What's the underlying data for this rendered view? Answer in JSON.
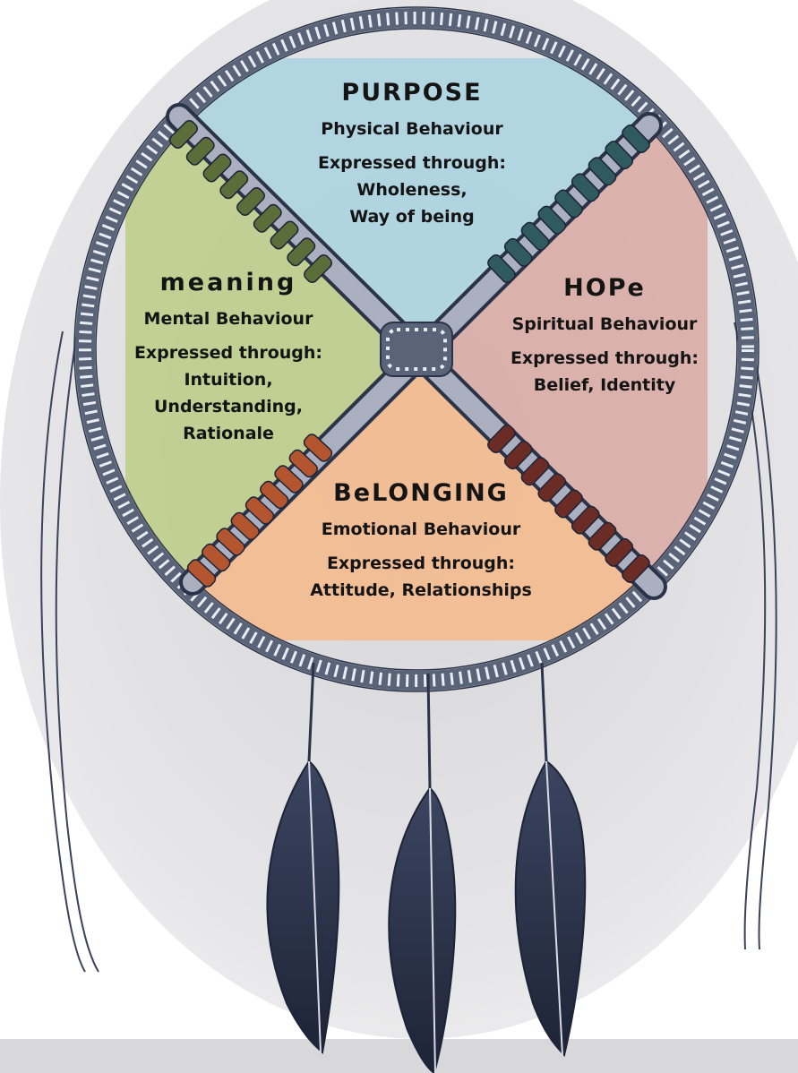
{
  "quadrants": {
    "purpose": {
      "title": "PURPOSE",
      "behaviour": "Physical Behaviour",
      "expressed": "Expressed through:",
      "lines": [
        "Wholeness,",
        "Way of being"
      ],
      "color": "#a9d3e0"
    },
    "meaning": {
      "title": "meaning",
      "behaviour": "Mental Behaviour",
      "expressed": "Expressed through:",
      "lines": [
        "Intuition,",
        "Understanding,",
        "Rationale"
      ],
      "color": "#bccd86"
    },
    "hope": {
      "title": "HOPe",
      "behaviour": "Spiritual Behaviour",
      "expressed": "Expressed through:",
      "lines": [
        "Belief, Identity"
      ],
      "color": "#dba9a3"
    },
    "belonging": {
      "title": "BeLONGING",
      "behaviour": "Emotional Behaviour",
      "expressed": "Expressed through:",
      "lines": [
        "Attitude, Relationships"
      ],
      "color": "#f5b98a"
    }
  },
  "colors": {
    "hoop": "#5a6478",
    "ink": "#2b3348",
    "bead_green": "#5b6e3a",
    "bead_teal": "#2f5a5e",
    "bead_orange": "#b3552e",
    "bead_maroon": "#6b2c26"
  }
}
